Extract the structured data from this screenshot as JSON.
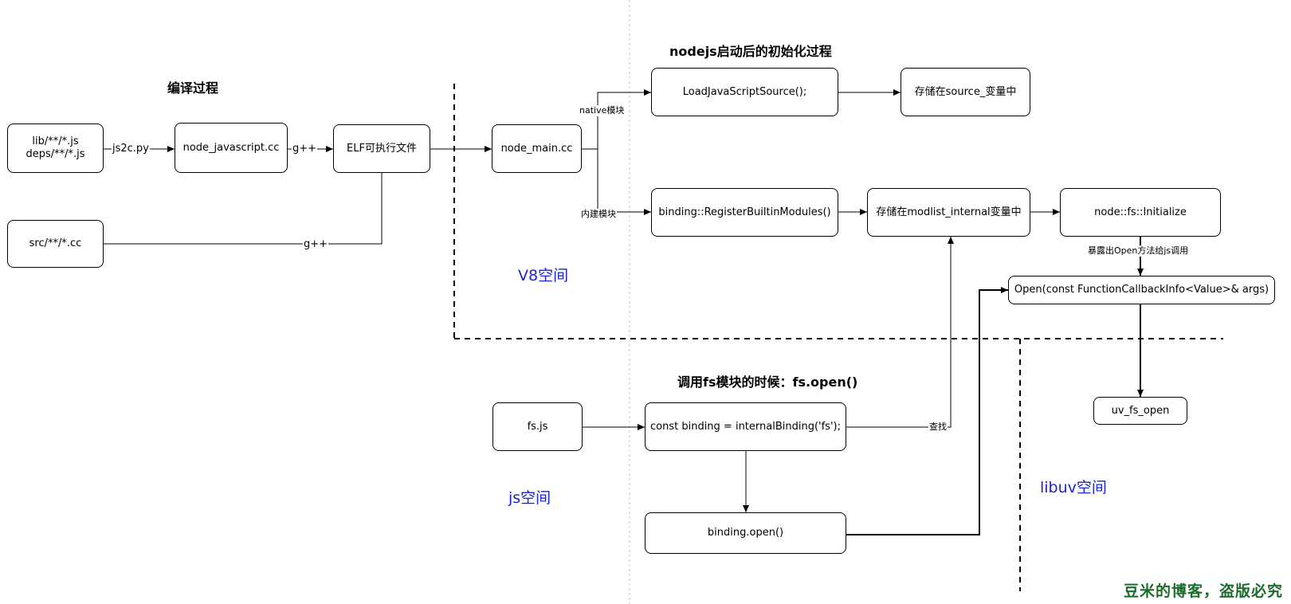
{
  "titles": {
    "compile": "编译过程",
    "init": "nodejs启动后的初始化过程",
    "call": "调用fs模块的时候：fs.open()"
  },
  "spaces": {
    "v8": "V8空间",
    "js": "js空间",
    "libuv": "libuv空间"
  },
  "nodes": {
    "lib_deps": "lib/**/*.js\ndeps/**/*.js",
    "src": "src/**/*.cc",
    "node_js_cc": "node_javascript.cc",
    "elf": "ELF可执行文件",
    "node_main": "node_main.cc",
    "load_js": "LoadJavaScriptSource();",
    "store_source": "存储在source_变量中",
    "register": "binding::RegisterBuiltinModules()",
    "store_modlist": "存储在modlist_internal变量中",
    "fs_init": "node::fs::Initialize",
    "open_fn": "Open(const FunctionCallbackInfo<Value>& args)",
    "uv_fs_open": "uv_fs_open",
    "fs_js": "fs.js",
    "const_binding": "const binding = internalBinding('fs');",
    "binding_open": "binding.open()"
  },
  "edge_labels": {
    "js2c": "js2c.py",
    "gpp1": "g++",
    "gpp2": "g++",
    "native": "native模块",
    "builtin": "内建模块",
    "expose": "暴露出Open方法给js调用",
    "lookup": "查找"
  },
  "watermark": "豆米的博客，盗版必究"
}
